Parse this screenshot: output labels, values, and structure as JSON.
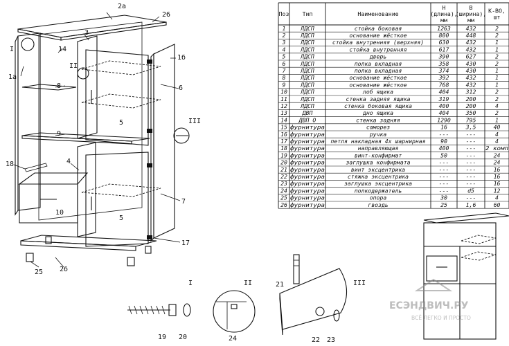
{
  "table": {
    "headers": [
      "Поз",
      "Тип",
      "Наименование",
      "Н\n(длина),\nмм",
      "В\n(ширина),\nмм",
      "К-ВО,\nшт"
    ],
    "rows": [
      [
        "1",
        "ЛДСП",
        "стойка боковая",
        "1263",
        "432",
        "2"
      ],
      [
        "2",
        "ЛДСП",
        "основание жёсткое",
        "800",
        "448",
        "2"
      ],
      [
        "3",
        "ЛДСП",
        "стойка внутренняя (верхняя)",
        "630",
        "432",
        "1"
      ],
      [
        "4",
        "ЛДСП",
        "стойка внутренняя",
        "617",
        "432",
        "1"
      ],
      [
        "5",
        "ЛДСП",
        "дверь",
        "390",
        "627",
        "2"
      ],
      [
        "6",
        "ЛДСП",
        "полка вкладная",
        "358",
        "430",
        "2"
      ],
      [
        "7",
        "ЛДСП",
        "полка вкладная",
        "374",
        "430",
        "1"
      ],
      [
        "8",
        "ЛДСП",
        "основание жёсткое",
        "392",
        "432",
        "1"
      ],
      [
        "9",
        "ЛДСП",
        "основание жёсткое",
        "768",
        "432",
        "1"
      ],
      [
        "10",
        "ЛДСП",
        "лоб ящика",
        "404",
        "312",
        "2"
      ],
      [
        "11",
        "ЛДСП",
        "стенка задняя ящика",
        "319",
        "200",
        "2"
      ],
      [
        "12",
        "ЛДСП",
        "стенка боковая ящика",
        "400",
        "200",
        "4"
      ],
      [
        "13",
        "ДВП",
        "дно ящика",
        "404",
        "350",
        "2"
      ],
      [
        "14",
        "ДВП О",
        "стенка задняя",
        "1290",
        "795",
        "1"
      ],
      [
        "15",
        "фурнитура",
        "саморез",
        "16",
        "3,5",
        "40"
      ],
      [
        "16",
        "фурнитура",
        "ручка",
        "---",
        "---",
        "4"
      ],
      [
        "17",
        "фурнитура",
        "петля накладная 4х шарнирная",
        "90",
        "---",
        "4"
      ],
      [
        "18",
        "фурнитура",
        "направляющая",
        "400",
        "---",
        "2 комп"
      ],
      [
        "19",
        "фурнитура",
        "винт-конфирмат",
        "50",
        "---",
        "24"
      ],
      [
        "20",
        "фурнитура",
        "заглушка конфирмата",
        "---",
        "---",
        "24"
      ],
      [
        "21",
        "фурнитура",
        "винт эксцентрика",
        "---",
        "---",
        "16"
      ],
      [
        "22",
        "фурнитура",
        "стяжка эксцентрика",
        "---",
        "---",
        "16"
      ],
      [
        "23",
        "фурнитура",
        "заглушка эксцентрика",
        "---",
        "---",
        "16"
      ],
      [
        "24",
        "фурнитура",
        "полкодержатель",
        "---",
        "d5",
        "12"
      ],
      [
        "25",
        "фурнитура",
        "опора",
        "30",
        "---",
        "4"
      ],
      [
        "26",
        "фурнитура",
        "гвоздь",
        "25",
        "1,6",
        "60"
      ]
    ]
  },
  "callouts": {
    "p1a": "1а",
    "p1b": "1б",
    "p2a": "2а",
    "p2b": "2б",
    "p3": "3",
    "p4": "4",
    "p5a": "5",
    "p5b": "5",
    "p6": "6",
    "p7": "7",
    "p8": "8",
    "p9": "9",
    "p10": "10",
    "p14": "14",
    "p17": "17",
    "p18": "18",
    "p25": "25",
    "p26": "26",
    "roman1": "I",
    "roman2": "II",
    "roman3": "III"
  },
  "details": {
    "d1_title": "I",
    "d2_title": "II",
    "d3_title": "III",
    "p19": "19",
    "p20": "20",
    "p21": "21",
    "p22": "22",
    "p23": "23",
    "p24": "24"
  },
  "watermark": {
    "brand": "ЕСЭНДВИЧ.РУ",
    "tagline": "ВСЁ ЛЕГКО И ПРОСТО"
  }
}
